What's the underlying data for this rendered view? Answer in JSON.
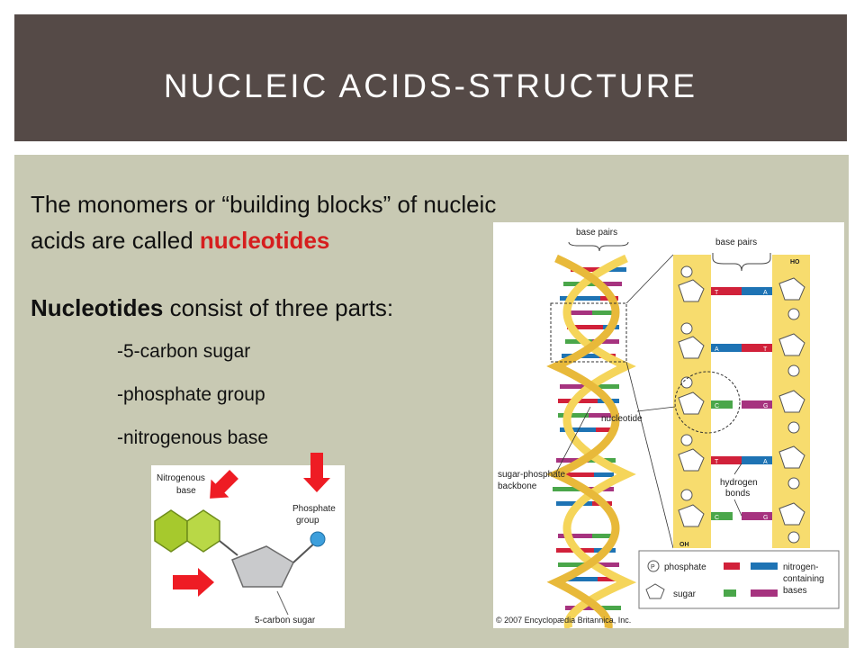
{
  "title": "NUCLEIC ACIDS-STRUCTURE",
  "intro": {
    "line1": "The monomers or “building blocks” of nucleic",
    "line2_prefix": "acids are called ",
    "line2_highlight": "nucleotides"
  },
  "parts": {
    "heading_bold": "Nucleotides",
    "heading_rest": " consist of three parts:",
    "items": [
      "-5-carbon sugar",
      "-phosphate group",
      "-nitrogenous base"
    ]
  },
  "nucleotide_figure": {
    "base_label": [
      "Nitrogenous",
      "base"
    ],
    "phosphate_label": [
      "Phosphate",
      "group"
    ],
    "sugar_label": "5-carbon sugar"
  },
  "dna_figure": {
    "base_pairs_left": "base pairs",
    "base_pairs_right": "base pairs",
    "ho_label": "HO",
    "oh_label": "OH",
    "nucleotide_label": "nucleotide",
    "backbone_label": [
      "sugar-phosphate",
      "backbone"
    ],
    "hydrogen_label": [
      "hydrogen",
      "bonds"
    ],
    "legend": {
      "phosphate": "phosphate",
      "sugar": "sugar",
      "bases": [
        "nitrogen-",
        "containing",
        "bases"
      ]
    },
    "copyright": "© 2007 Encyclopædia Britannica, Inc."
  },
  "colors": {
    "title_bg": "#554a47",
    "content_bg": "#c8c9b3",
    "highlight": "#d61e1e",
    "thymine": "#d1213a",
    "adenine": "#1e73b4",
    "cytosine": "#4aa64a",
    "guanine": "#a6337f",
    "backbone": "#f5d55a"
  }
}
